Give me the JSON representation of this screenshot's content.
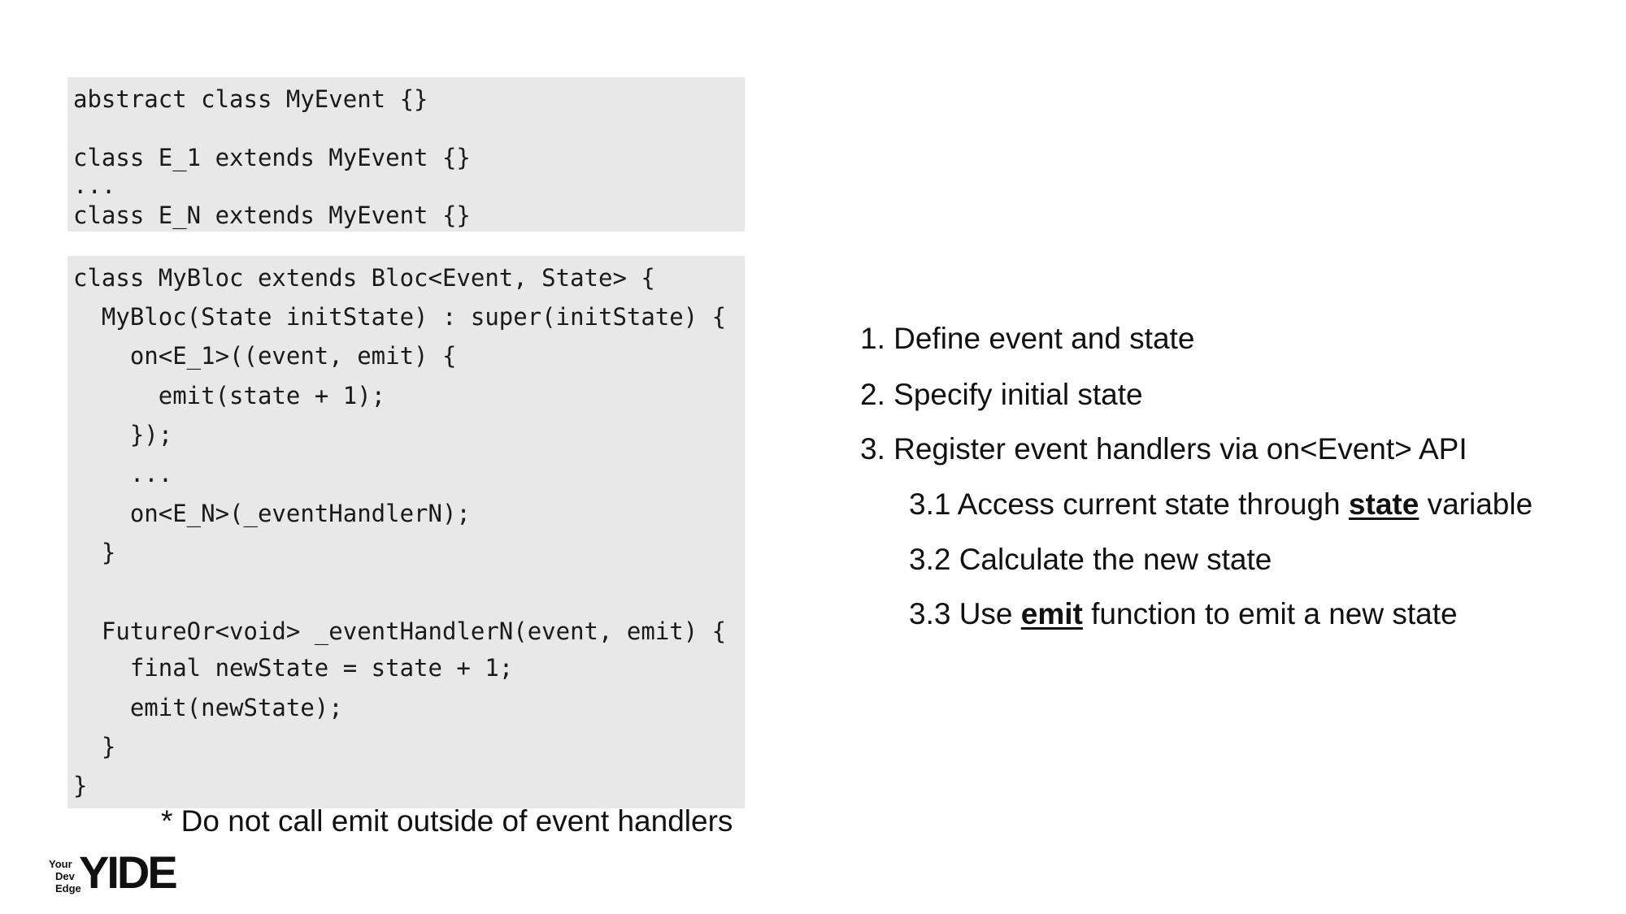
{
  "code_block_1": {
    "lines": [
      "abstract class MyEvent {}",
      "class E_1 extends MyEvent {}",
      "...",
      "class E_N extends MyEvent {}"
    ]
  },
  "code_block_2": {
    "lines": [
      "class MyBloc extends Bloc<Event, State> {",
      "  MyBloc(State initState) : super(initState) {",
      "    on<E_1>((event, emit) {",
      "      emit(state + 1);",
      "    });",
      "    ...",
      "    on<E_N>(_eventHandlerN);",
      "  }",
      "  FutureOr<void> _eventHandlerN(event, emit) {",
      "    final newState = state + 1;",
      "    emit(newState);",
      "  }",
      "}"
    ]
  },
  "note": "* Do not call emit outside of event handlers",
  "steps": [
    {
      "text": "1. Define event and state"
    },
    {
      "text": "2. Specify initial state"
    },
    {
      "text": "3. Register event handlers via on<Event> API"
    }
  ],
  "substeps": [
    {
      "before": "3.1 Access current state through ",
      "keyword": "state",
      "after": " variable"
    },
    {
      "before": "3.2 Calculate the new state",
      "keyword": "",
      "after": ""
    },
    {
      "before": "3.3 Use ",
      "keyword": "emit",
      "after": " function to emit a new state"
    }
  ],
  "logo": {
    "small_lines": [
      "Your",
      "Dev",
      "Edge"
    ],
    "letters": "YIDE"
  }
}
